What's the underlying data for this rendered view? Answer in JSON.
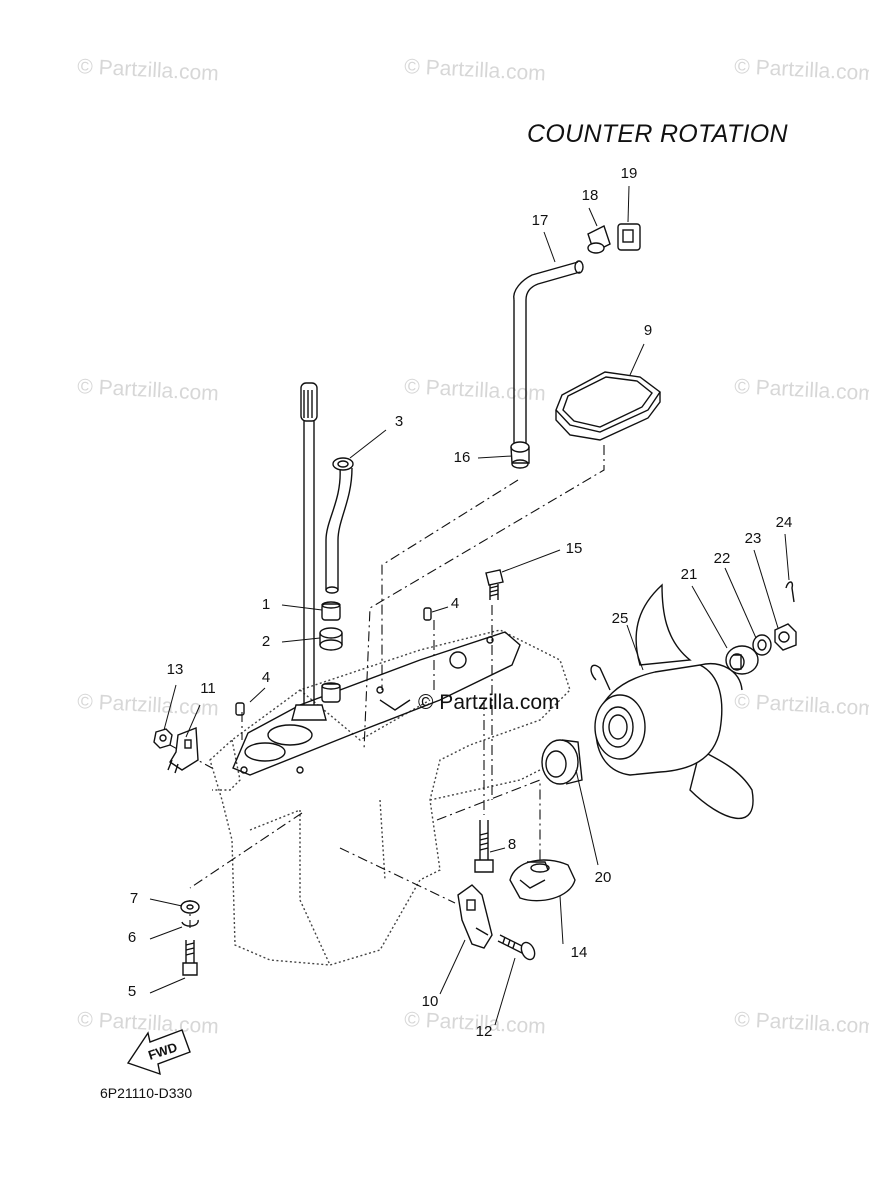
{
  "title": "COUNTER ROTATION",
  "diagram_code": "6P21110-D330",
  "center_watermark": "© Partzilla.com",
  "watermark": "© Partzilla.com",
  "fwd_label": "FWD",
  "callouts": [
    "1",
    "2",
    "3",
    "4",
    "4",
    "5",
    "6",
    "7",
    "8",
    "9",
    "10",
    "11",
    "12",
    "13",
    "14",
    "15",
    "16",
    "17",
    "18",
    "19",
    "20",
    "21",
    "22",
    "23",
    "24",
    "25"
  ]
}
